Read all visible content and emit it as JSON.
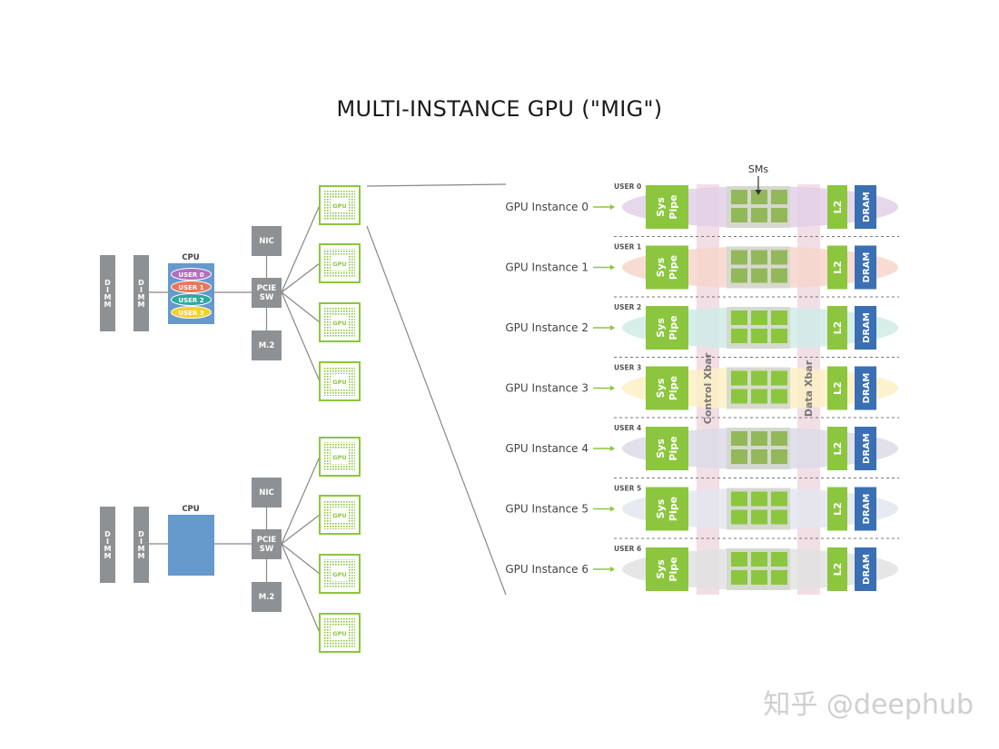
{
  "title": "MULTI-INSTANCE GPU (\"MIG\")",
  "watermark": "知乎 @deephub",
  "labels": {
    "dimm": "DIMM",
    "cpu": "CPU",
    "nic": "NIC",
    "pcie_sw": [
      "PCIE",
      "SW"
    ],
    "m2": "M.2",
    "gpu": "GPU",
    "sys_pipe": [
      "Sys",
      "Pipe"
    ],
    "l2": "L2",
    "dram": "DRAM",
    "control_xbar": "Control Xbar",
    "data_xbar": "Data Xbar",
    "sms": "SMs"
  },
  "cpu_users": [
    {
      "label": "USER 0",
      "color": "#b46fbe"
    },
    {
      "label": "USER 1",
      "color": "#e8785a"
    },
    {
      "label": "USER 2",
      "color": "#2fa9a0"
    },
    {
      "label": "USER 3",
      "color": "#f2d22a"
    }
  ],
  "instances": [
    {
      "label": "GPU Instance 0",
      "user": "USER 0",
      "tint": "#e3d0e8",
      "smtint": "dim"
    },
    {
      "label": "GPU Instance 1",
      "user": "USER 1",
      "tint": "#f7d6cc",
      "smtint": "dim"
    },
    {
      "label": "GPU Instance 2",
      "user": "USER 2",
      "tint": "#d0ebe6",
      "smtint": "bright"
    },
    {
      "label": "GPU Instance 3",
      "user": "USER 3",
      "tint": "#fbf0c4",
      "smtint": "bright"
    },
    {
      "label": "GPU Instance 4",
      "user": "USER 4",
      "tint": "#dcdbe8",
      "smtint": "dim"
    },
    {
      "label": "GPU Instance 5",
      "user": "USER 5",
      "tint": "#e4e6f0",
      "smtint": "bright"
    },
    {
      "label": "GPU Instance 6",
      "user": "USER 6",
      "tint": "#e2e2e2",
      "smtint": "bright"
    }
  ],
  "colors": {
    "gray_box": "#8e9193",
    "green": "#8cc63f",
    "cpu_blue": "#6699cc",
    "dram_blue": "#3a6fb4",
    "xbar_pink": "#e7c2cf"
  }
}
